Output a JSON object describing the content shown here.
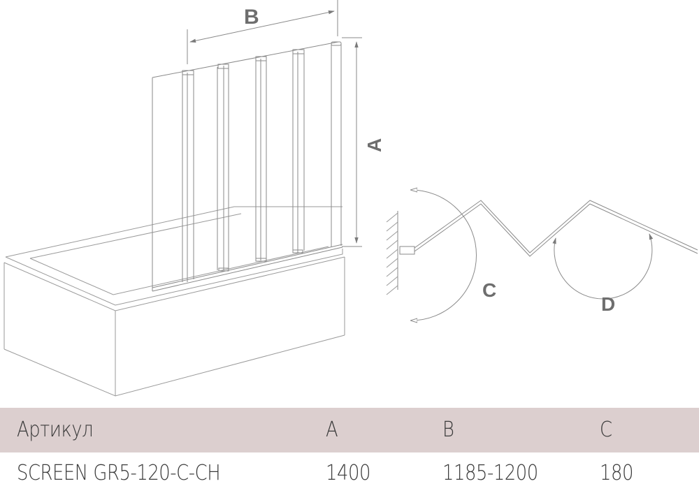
{
  "drawing": {
    "dimension_labels": {
      "A": "A",
      "B": "B",
      "C": "C",
      "D": "D"
    },
    "line_color": "#8a8a8a",
    "label_color": "#6e6e6e"
  },
  "table": {
    "header_bg": "#dccfcf",
    "headers": [
      "Артикул",
      "A",
      "B",
      "C"
    ],
    "rows": [
      [
        "SCREEN GR5-120-C-CH",
        "1400",
        "1185-1200",
        "180"
      ]
    ]
  }
}
